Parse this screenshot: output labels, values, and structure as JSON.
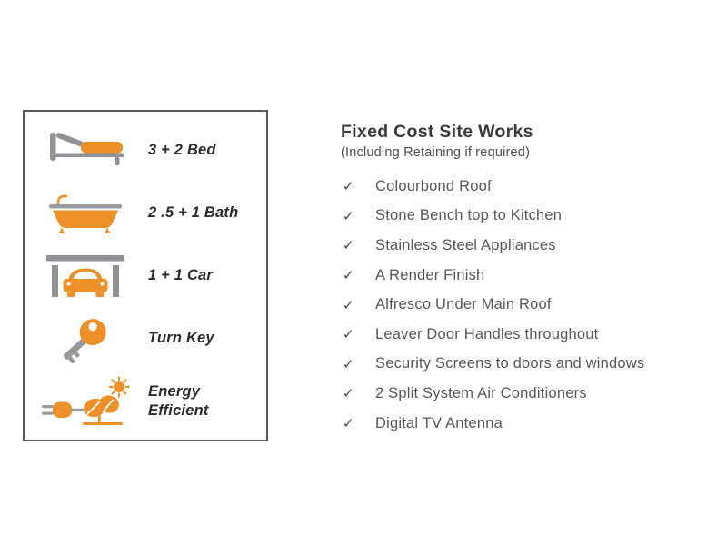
{
  "features": {
    "items": [
      {
        "icon": "bed-icon",
        "label": "3 + 2 Bed"
      },
      {
        "icon": "bath-icon",
        "label": "2 .5 + 1 Bath"
      },
      {
        "icon": "car-icon",
        "label": "1 + 1 Car"
      },
      {
        "icon": "key-icon",
        "label": "Turn Key"
      },
      {
        "icon": "energy-icon",
        "label": "Energy Efficient"
      }
    ]
  },
  "site_works": {
    "title": "Fixed Cost Site Works",
    "subtitle": "(Including Retaining if required)",
    "check_glyph": "✓",
    "items": [
      "Colourbond Roof",
      "Stone Bench top to Kitchen",
      "Stainless Steel Appliances",
      "A Render Finish",
      "Alfresco Under Main Roof",
      "Leaver Door Handles throughout",
      "Security Screens to doors and windows",
      "2 Split System Air Conditioners",
      "Digital TV Antenna"
    ]
  },
  "colors": {
    "accent_orange": "#ED9027",
    "icon_gray": "#919296",
    "panel_border": "#58585A",
    "text_dark": "#2B2B2B",
    "text_gray": "#575757"
  }
}
